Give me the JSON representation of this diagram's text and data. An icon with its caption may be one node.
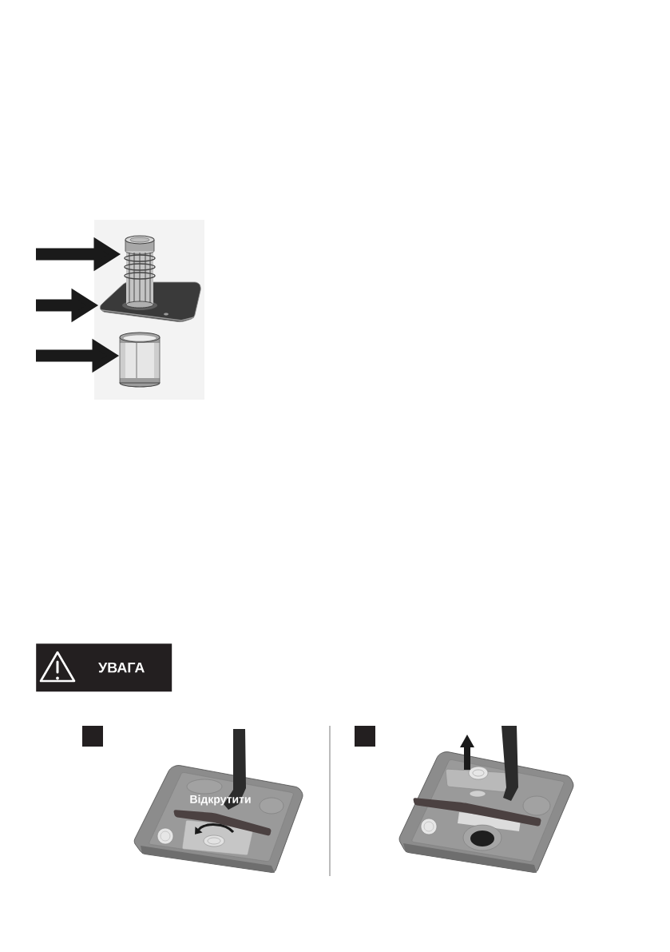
{
  "diagram": {
    "nodes": [
      {
        "text": [],
        "shape": "picture"
      },
      {
        "text": [],
        "shape": "picture"
      },
      {
        "text": [],
        "shape": "picture"
      },
      {
        "text": [
          "УВАГА"
        ]
      }
    ],
    "edges": [
      {
        "from": null,
        "to": 0,
        "arrow": "to"
      },
      {
        "from": null,
        "to": 1,
        "arrow": "to"
      },
      {
        "from": null,
        "to": 2,
        "arrow": "to"
      }
    ],
    "labels": [
      "Відкрутити"
    ]
  }
}
